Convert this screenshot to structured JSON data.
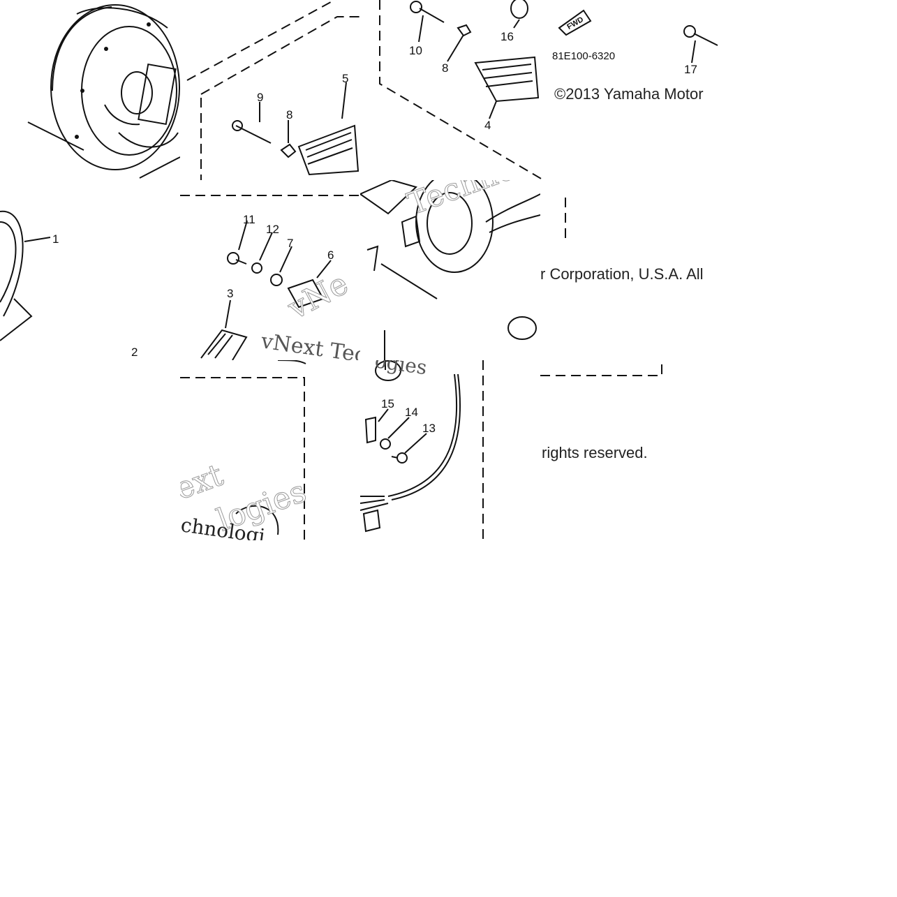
{
  "diagram": {
    "callouts": {
      "c1": "1",
      "c2": "2",
      "c3": "3",
      "c4": "4",
      "c5": "5",
      "c6": "6",
      "c7": "7",
      "c8a": "8",
      "c8b": "8",
      "c9": "9",
      "c10": "10",
      "c11": "11",
      "c12": "12",
      "c13": "13",
      "c14": "14",
      "c15": "15",
      "c16": "16",
      "c17": "17"
    },
    "part_code": "81E100-6320",
    "fwd_label": "FWD",
    "copyright": {
      "line1": "©2013 Yamaha Motor",
      "line2": "r Corporation, U.S.A. All",
      "line3": "rights reserved."
    },
    "watermark": {
      "w1": "Techno",
      "w2": "vNe",
      "w3": "vNext Tec",
      "w4": "ogies",
      "w5": "ext",
      "w6": "logies",
      "w7": "chnologi"
    }
  }
}
